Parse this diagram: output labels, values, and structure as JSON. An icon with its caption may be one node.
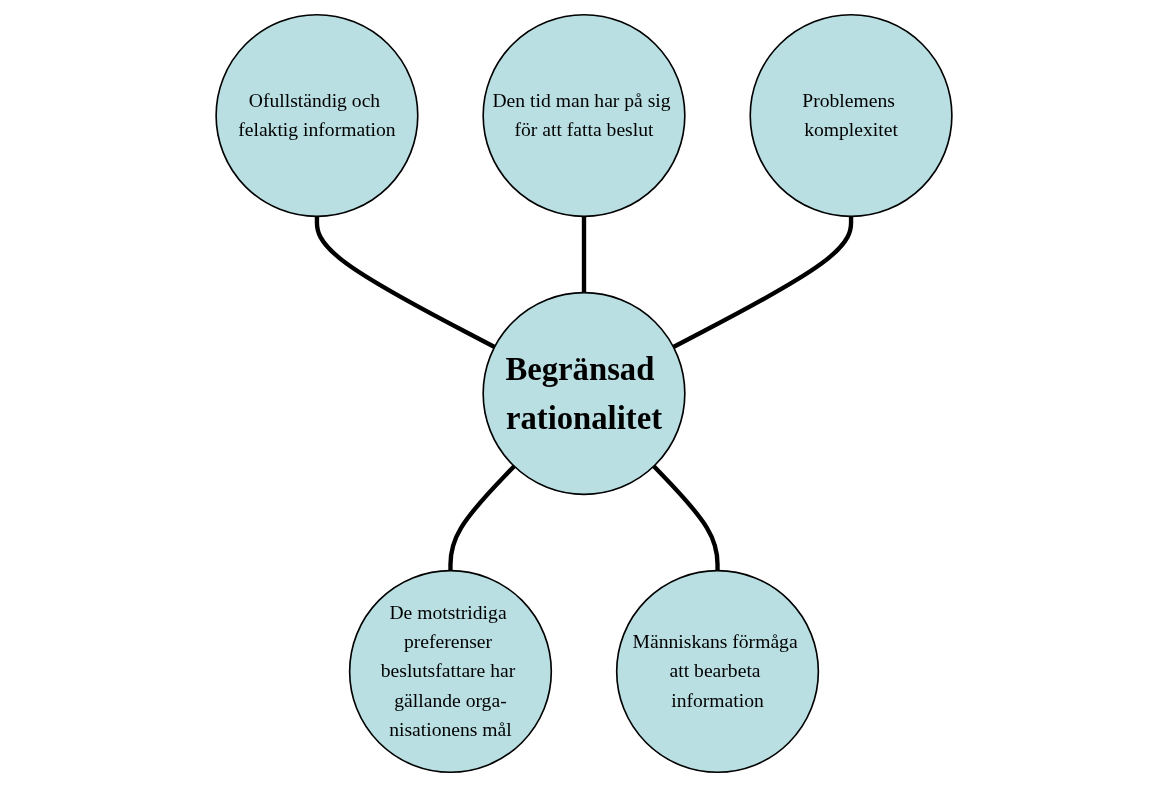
{
  "diagram": {
    "nodes": [
      {
        "text": [
          "Ofullständig och felaktig information"
        ]
      },
      {
        "text": [
          "Den tid man har på sig för att fatta beslut"
        ]
      },
      {
        "text": [
          "Problemens komplexitet"
        ]
      },
      {
        "text": [
          "Begränsad rationalitet"
        ]
      },
      {
        "text": [
          "De motstridiga preferenser beslutsfattare har gällande orga-nisationens mål"
        ]
      },
      {
        "text": [
          "Människans förmåga att bearbeta information"
        ]
      }
    ],
    "edges": [
      {
        "from": 0,
        "to": 3,
        "arrow": "none"
      },
      {
        "from": 1,
        "to": 3,
        "arrow": "none"
      },
      {
        "from": 2,
        "to": 3,
        "arrow": "none"
      },
      {
        "from": 3,
        "to": 4,
        "arrow": "none"
      },
      {
        "from": 3,
        "to": 5,
        "arrow": "none"
      }
    ]
  }
}
